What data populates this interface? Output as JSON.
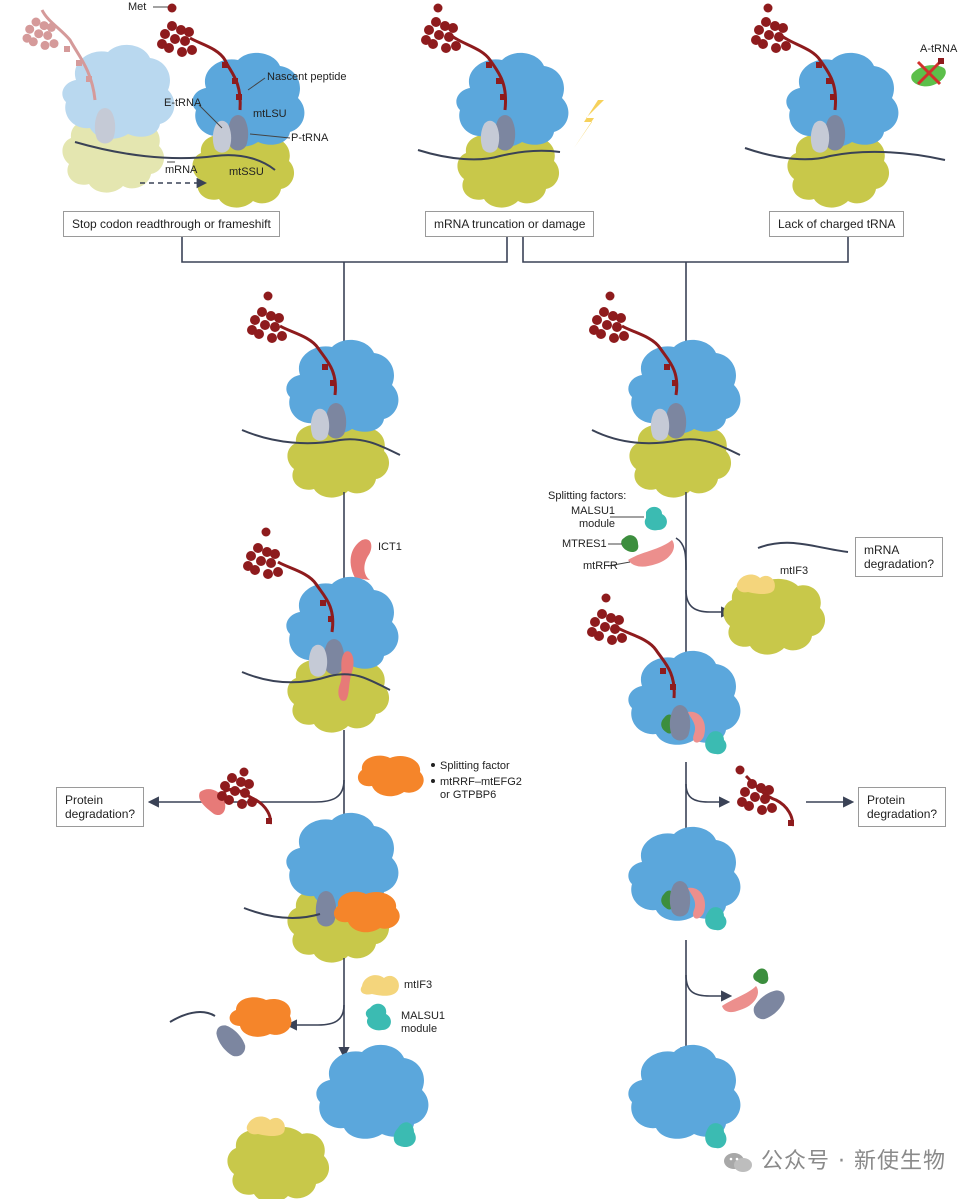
{
  "top_boxes": {
    "stop_codon": "Stop codon readthrough or frameshift",
    "mrna_truncation": "mRNA truncation or damage",
    "lack_trna": "Lack of charged tRNA"
  },
  "labels": {
    "met": "Met",
    "nascent_peptide": "Nascent peptide",
    "e_trna": "E-tRNA",
    "mtlsu": "mtLSU",
    "p_trna": "P-tRNA",
    "mrna": "mRNA",
    "mtssu": "mtSSU",
    "a_trna": "A-tRNA",
    "ict1": "ICT1",
    "splitting_factor": "Splitting factor",
    "mtrrf": "mtRRF–mtEFG2",
    "or_gtpbp6": "or GTPBP6",
    "protein_degradation_left": "Protein\ndegradation?",
    "mtif3_left": "mtIF3",
    "malsu1_left": "MALSU1\nmodule",
    "splitting_factors": "Splitting factors:",
    "malsu1_right": "MALSU1\nmodule",
    "mtres1": "MTRES1",
    "mtrfr": "mtRFR",
    "mrna_degradation": "mRNA\ndegradation?",
    "mtif3_right": "mtIF3",
    "protein_degradation_right": "Protein\ndegradation?"
  },
  "watermark": "公众号 · 新使生物",
  "colors": {
    "lsu": "#5ba7dc",
    "lsu_faded": "#b9d8ef",
    "ssu": "#c8c84a",
    "ssu_faded": "#e4e6b0",
    "peptide": "#8e1b1d",
    "peptide_faded": "#d59a9a",
    "trna": "#7c86a0",
    "ict1": "#e77a78",
    "splitting_factor": "#f5852a",
    "mtif3": "#f4d57c",
    "malsu1": "#3bbbb2",
    "mtres1": "#3c8e3e",
    "mtrfr": "#ec8f8d",
    "a_trna": "#5cbf4a",
    "arrow": "#3a4256"
  }
}
